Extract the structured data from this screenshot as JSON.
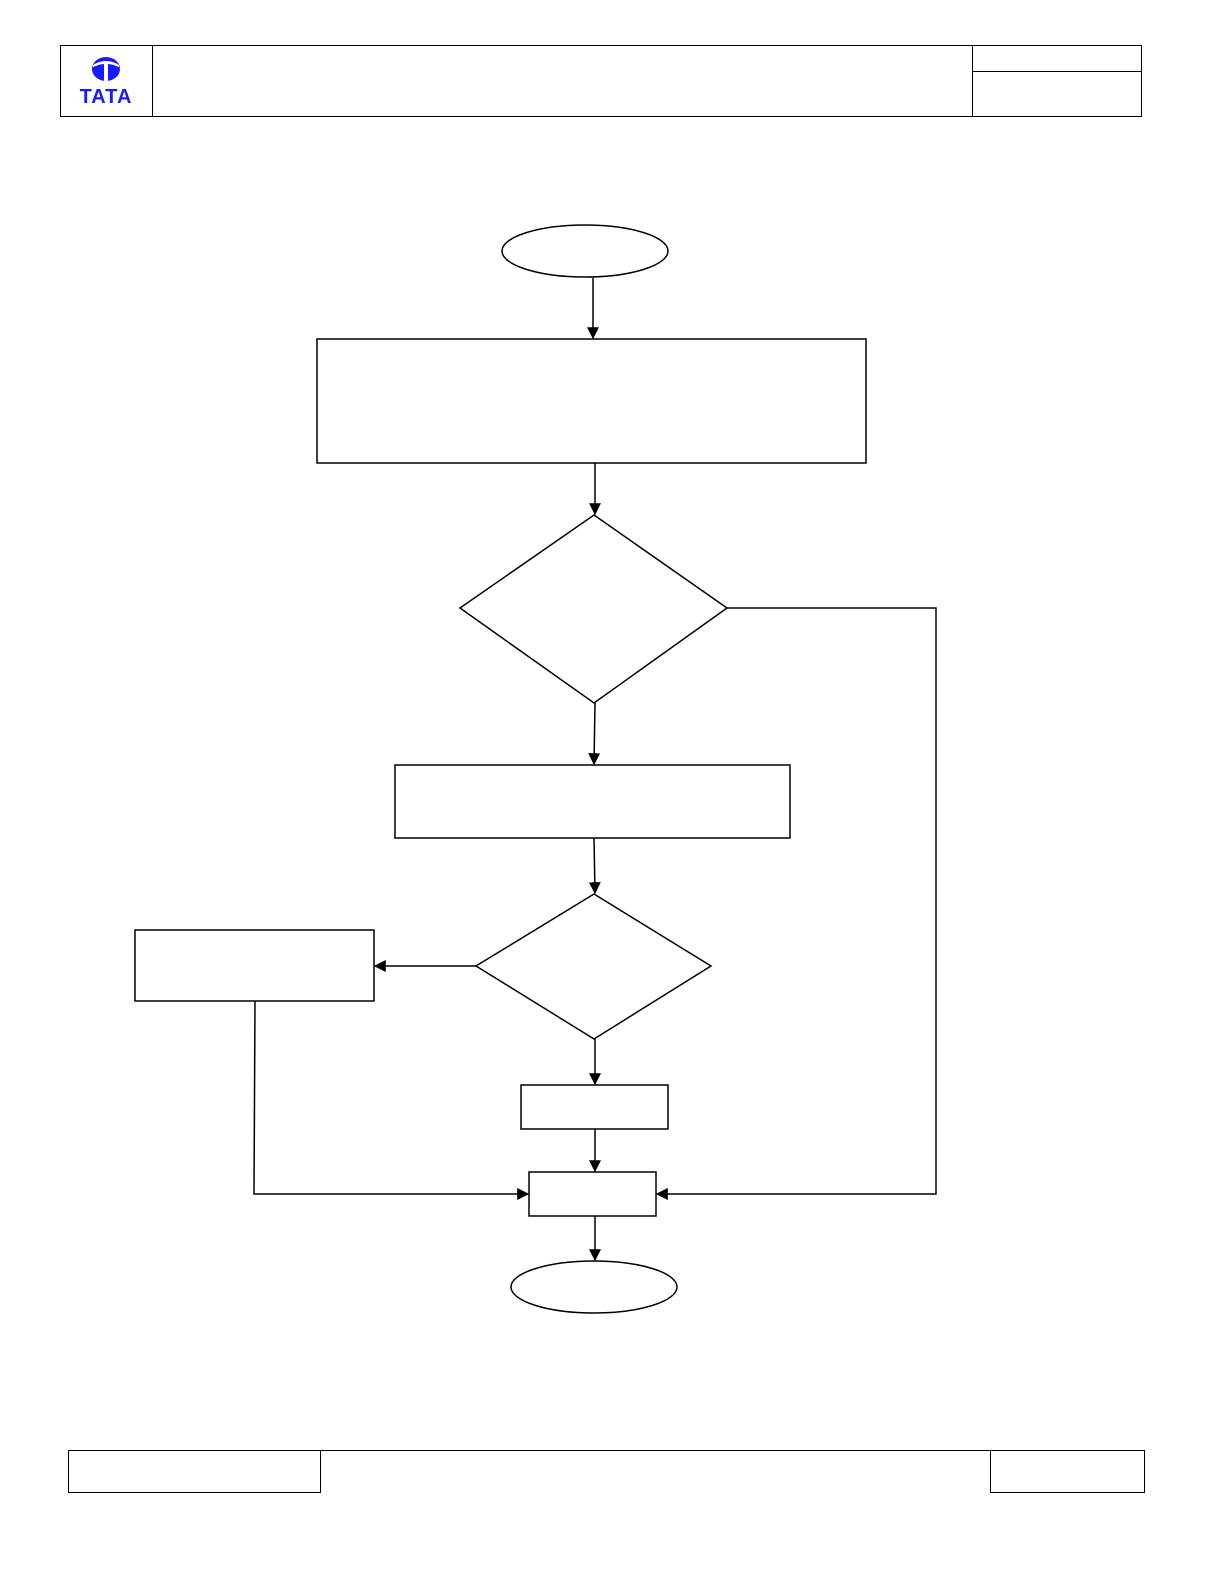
{
  "header": {
    "logo": {
      "icon": "tata-logo-icon",
      "wordmark": "TATA",
      "color": "#1a1aff"
    },
    "title": "",
    "ref_top": "",
    "ref_bottom": ""
  },
  "footer": {
    "left": "",
    "center": "",
    "right": ""
  },
  "flowchart": {
    "nodes": [
      {
        "id": "start",
        "shape": "ellipse",
        "label": ""
      },
      {
        "id": "process-main",
        "shape": "rect",
        "label": ""
      },
      {
        "id": "decision-1",
        "shape": "diamond",
        "label": ""
      },
      {
        "id": "process-2",
        "shape": "rect",
        "label": ""
      },
      {
        "id": "decision-2",
        "shape": "diamond",
        "label": ""
      },
      {
        "id": "process-left",
        "shape": "rect",
        "label": ""
      },
      {
        "id": "process-small",
        "shape": "rect",
        "label": ""
      },
      {
        "id": "process-merge",
        "shape": "rect",
        "label": ""
      },
      {
        "id": "end",
        "shape": "ellipse",
        "label": ""
      }
    ],
    "edges": [
      {
        "from": "start",
        "to": "process-main"
      },
      {
        "from": "process-main",
        "to": "decision-1"
      },
      {
        "from": "decision-1",
        "to": "process-2"
      },
      {
        "from": "decision-1",
        "to": "process-merge"
      },
      {
        "from": "process-2",
        "to": "decision-2"
      },
      {
        "from": "decision-2",
        "to": "process-left"
      },
      {
        "from": "decision-2",
        "to": "process-small"
      },
      {
        "from": "process-left",
        "to": "process-merge"
      },
      {
        "from": "process-small",
        "to": "process-merge"
      },
      {
        "from": "process-merge",
        "to": "end"
      }
    ],
    "stroke_color": "#000000"
  }
}
